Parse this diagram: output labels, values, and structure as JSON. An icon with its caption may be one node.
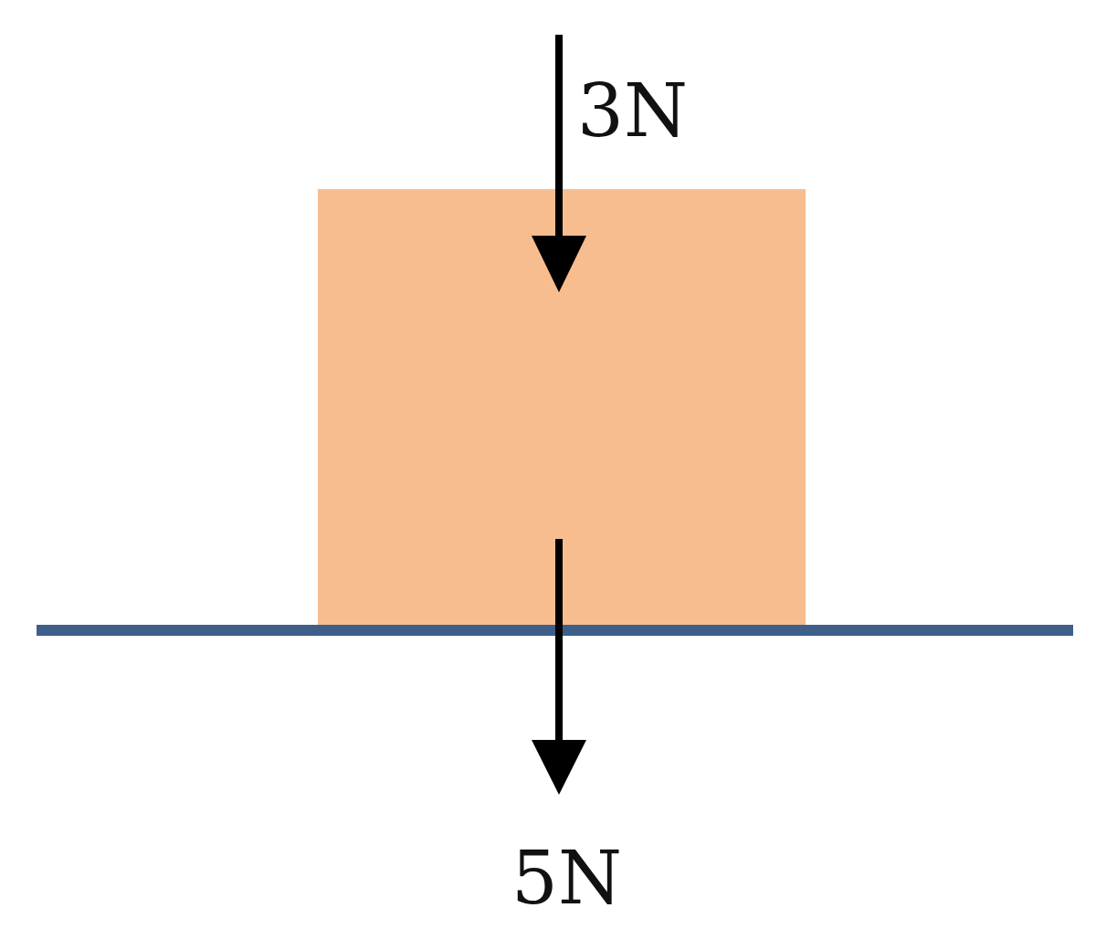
{
  "diagram": {
    "nodes": [
      {
        "text": [],
        "shape": "box"
      }
    ],
    "labels": [
      "3N",
      "5N"
    ]
  }
}
